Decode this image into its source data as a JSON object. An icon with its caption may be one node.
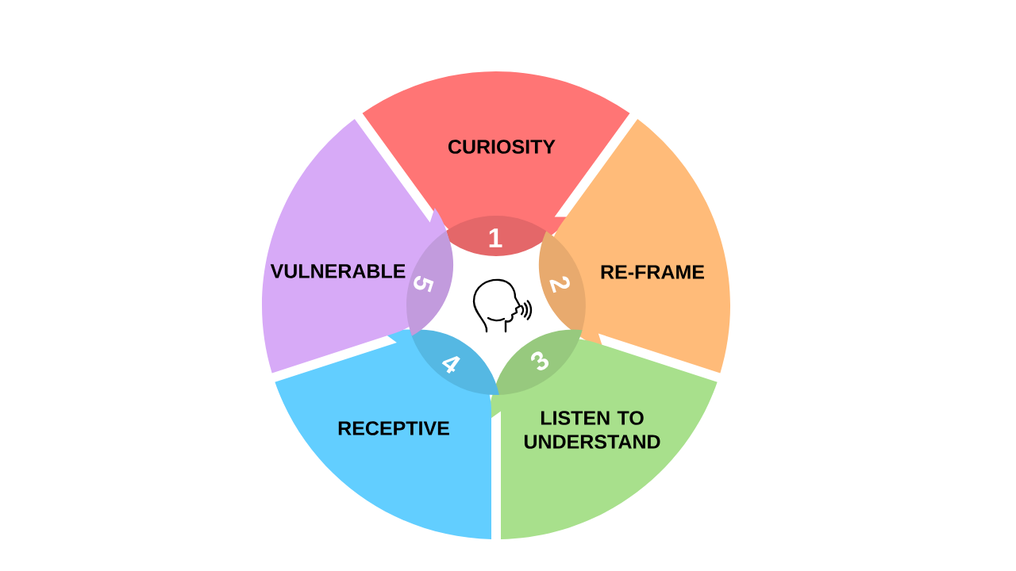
{
  "diagram": {
    "nodes": [
      {
        "text": [
          "CURIOSITY"
        ]
      },
      {
        "text": [
          "1"
        ],
        "in": 0
      },
      {
        "text": [
          "RE-FRAME"
        ]
      },
      {
        "text": [
          "2"
        ],
        "in": 2
      },
      {
        "text": [
          "LISTEN TO UNDERSTAND"
        ]
      },
      {
        "text": [
          "3"
        ],
        "in": 4
      },
      {
        "text": [
          "RECEPTIVE"
        ]
      },
      {
        "text": [
          "4"
        ],
        "in": 6
      },
      {
        "text": [
          "VULNERABLE"
        ]
      },
      {
        "text": [
          "5"
        ],
        "in": 8
      }
    ]
  }
}
